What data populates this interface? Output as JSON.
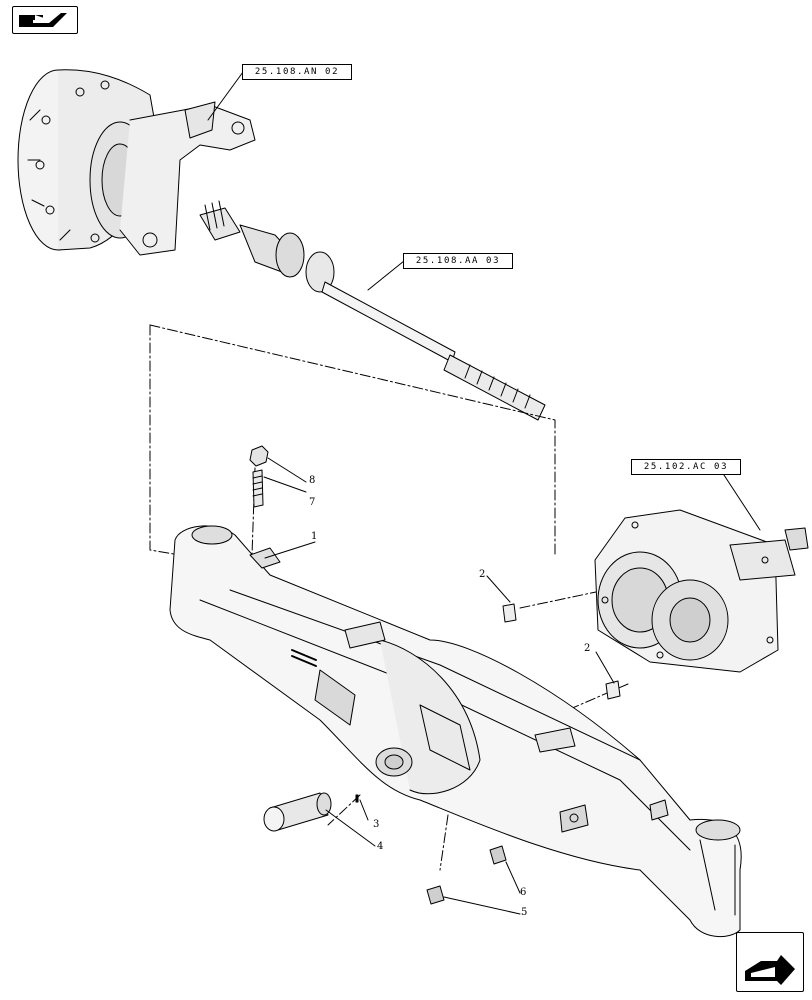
{
  "references": {
    "axle_hub": "25.108.AN 02",
    "drive_shaft": "25.108.AA 03",
    "differential": "25.102.AC 03"
  },
  "callouts": {
    "c1": "1",
    "c2a": "2",
    "c2b": "2",
    "c3": "3",
    "c4": "4",
    "c5": "5",
    "c6": "6",
    "c7": "7",
    "c8": "8"
  },
  "icons": {
    "top_left": "back-page-arrow-icon",
    "bottom_right": "next-page-arrow-icon"
  }
}
